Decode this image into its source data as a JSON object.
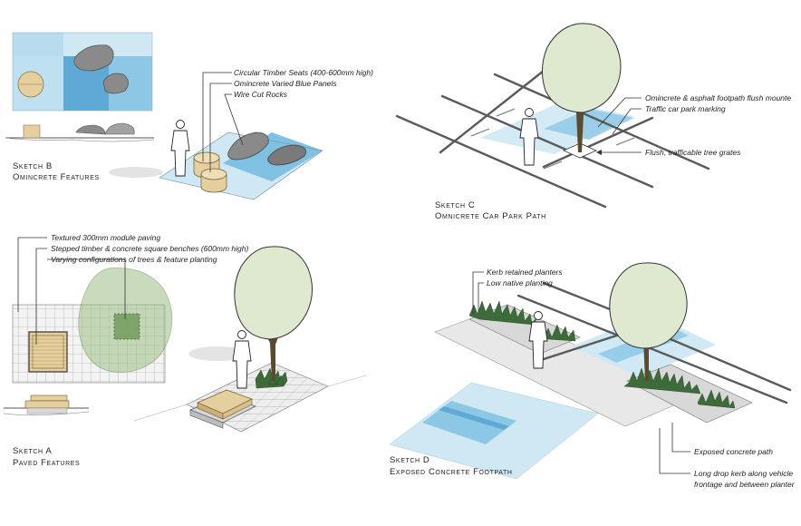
{
  "colors": {
    "water_light": "#cfe8f4",
    "water_mid": "#8cc8e6",
    "water_dark": "#5fa9d6",
    "timber": "#e6cf9e",
    "rock": "#8a8a8a",
    "tree_canopy": "#dfe9cf",
    "planting": "#3e6b3a",
    "paving": "#e8e8e8"
  },
  "sketch_b": {
    "title_line1": "Sketch B",
    "title_line2": "Omincrete Features",
    "annotations": [
      "Circular Timber Seats (400-600mm high)",
      "Omincrete Varied Blue Panels",
      "Wire Cut Rocks"
    ]
  },
  "sketch_c": {
    "title_line1": "Sketch C",
    "title_line2": "Omnicrete Car Park Path",
    "annotations": [
      "Omincrete & asphalt footpath flush mounte",
      "Traffic car park marking",
      "Flush, trafficable tree grates"
    ]
  },
  "sketch_a": {
    "title_line1": "Sketch A",
    "title_line2": "Paved Features",
    "annotations": [
      "Textured 300mm module paving",
      "Stepped timber & concrete square benches (600mm high)",
      "Varying configurations of trees & feature planting"
    ]
  },
  "sketch_d": {
    "title_line1": "Sketch D",
    "title_line2": "Exposed Concrete Footpath",
    "annotations_top": [
      "Kerb retained planters",
      "Low native planting"
    ],
    "annotations_bottom": [
      "Exposed concrete path",
      "Long drop kerb along vehicle",
      "frontage and between planter"
    ]
  }
}
